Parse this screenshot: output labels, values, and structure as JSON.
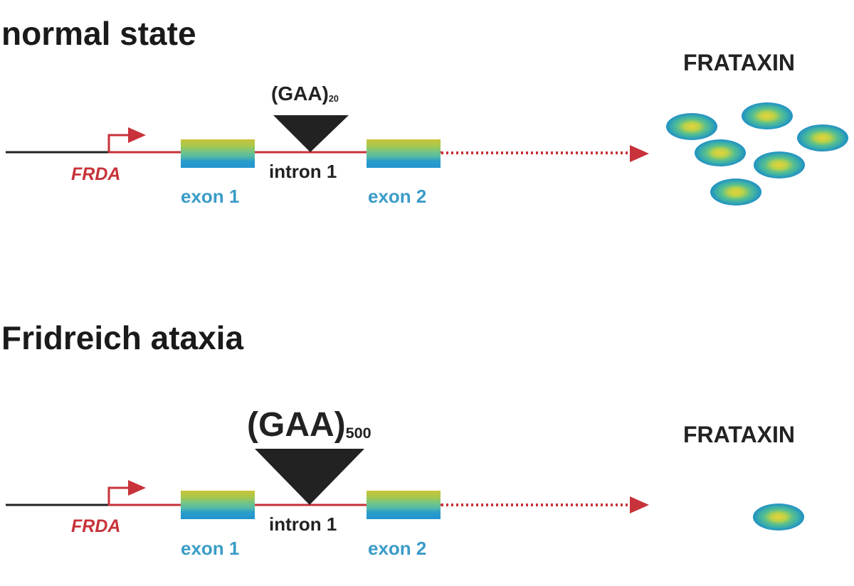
{
  "panels": [
    {
      "id": "normal",
      "title": "normal state",
      "gene_label": "FRDA",
      "repeat_unit": "(GAA)",
      "repeat_count": "20",
      "intron_label": "intron 1",
      "exon_labels": [
        "exon 1",
        "exon 2"
      ],
      "protein_label": "FRATAXIN",
      "protein_count": 6
    },
    {
      "id": "disease",
      "title": "Fridreich ataxia",
      "gene_label": "FRDA",
      "repeat_unit": "(GAA)",
      "repeat_count": "500",
      "intron_label": "intron 1",
      "exon_labels": [
        "exon 1",
        "exon 2"
      ],
      "protein_label": "FRATAXIN",
      "protein_count": 1
    }
  ],
  "colors": {
    "promoter_line": "#222222",
    "gene_line": "#c8323a",
    "exon_label": "#3a9cc8",
    "repeat_triangle": "#222222"
  }
}
